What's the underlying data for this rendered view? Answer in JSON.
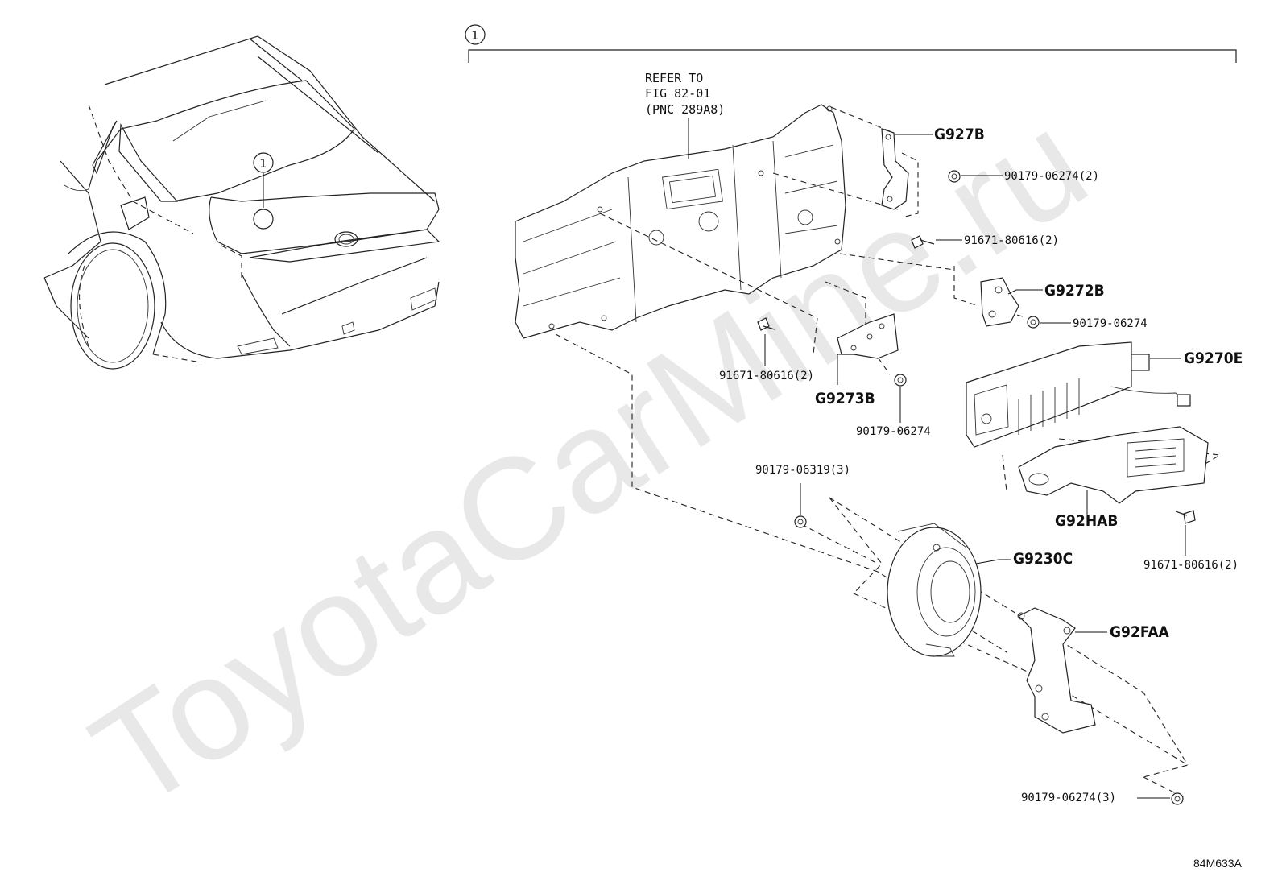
{
  "watermark": "ToyotaCarMine.ru",
  "figure_id": "84M633A",
  "group_callout": "1",
  "vehicle_callout": "1",
  "reference_note": {
    "line1": "REFER TO",
    "line2": "FIG 82-01",
    "line3": "(PNC 289A8)"
  },
  "part_labels": {
    "g927b": "G927B",
    "g9272b": "G9272B",
    "g9270e": "G9270E",
    "g9273b": "G9273B",
    "g92hab": "G92HAB",
    "g9230c": "G9230C",
    "g92faa": "G92FAA"
  },
  "fastener_labels": {
    "nut_g927b": "90179-06274(2)",
    "bolt_upper": "91671-80616(2)",
    "nut_g9272b": "90179-06274",
    "bolt_left": "91671-80616(2)",
    "nut_g9273b": "90179-06274",
    "nut_g9230c": "90179-06319(3)",
    "bolt_g92hab": "91671-80616(2)",
    "nut_bottom": "90179-06274(3)"
  }
}
